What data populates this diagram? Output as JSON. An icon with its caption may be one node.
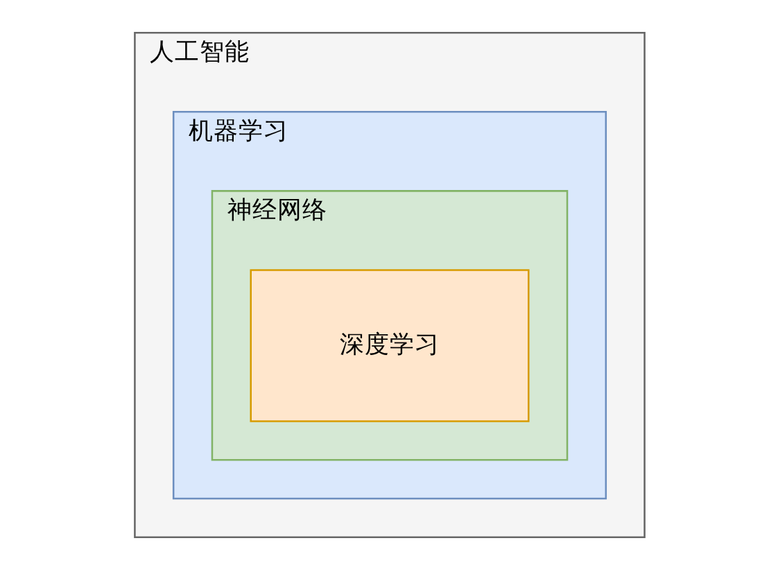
{
  "diagram": {
    "nodes": [
      {
        "text": [
          "人工智能"
        ]
      },
      {
        "text": [
          "机器学习"
        ],
        "in": 0
      },
      {
        "text": [
          "神经网络"
        ],
        "in": 1
      },
      {
        "text": [
          "深度学习"
        ],
        "in": 2
      }
    ]
  }
}
